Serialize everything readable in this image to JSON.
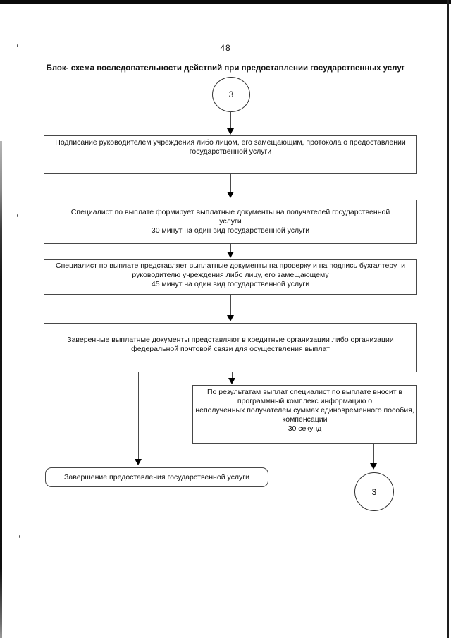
{
  "page": {
    "number": "48",
    "title": "Блок- схема последовательности действий при предоставлении государственных услуг"
  },
  "flow": {
    "start_connector": "3",
    "end_connector": "3",
    "steps": [
      {
        "name": "sign-protocol",
        "lines": [
          "Подписание руководителем учреждения либо лицом, его замещающим, протокола о предоставлении",
          "государственной услуги"
        ]
      },
      {
        "name": "form-payment-documents",
        "lines": [
          "Специалист по выплате формирует выплатные документы на получателей государственной",
          "услуги",
          "30 минут на один вид государственной услуги"
        ]
      },
      {
        "name": "submit-for-check-and-signature",
        "lines": [
          "Специалист по выплате представляет выплатные документы на проверку и на подпись бухгалтеру  и",
          "руководителю учреждения либо лицу, его замещающему",
          "45 минут на один вид государственной услуги"
        ]
      },
      {
        "name": "send-to-credit-or-postal-organizations",
        "lines": [
          "Заверенные выплатные документы представляют в кредитные организации либо организации",
          "федеральной почтовой связи для осуществления выплат"
        ]
      },
      {
        "name": "enter-unreceived-sums-info",
        "lines": [
          "По результатам выплат специалист по выплате вносит в",
          "программный комплекс информацию о",
          "неполученных получателем суммах единовременного пособия,",
          "компенсации",
          "30 секунд"
        ]
      }
    ],
    "terminal": "Завершение предоставления государственной услуги"
  }
}
